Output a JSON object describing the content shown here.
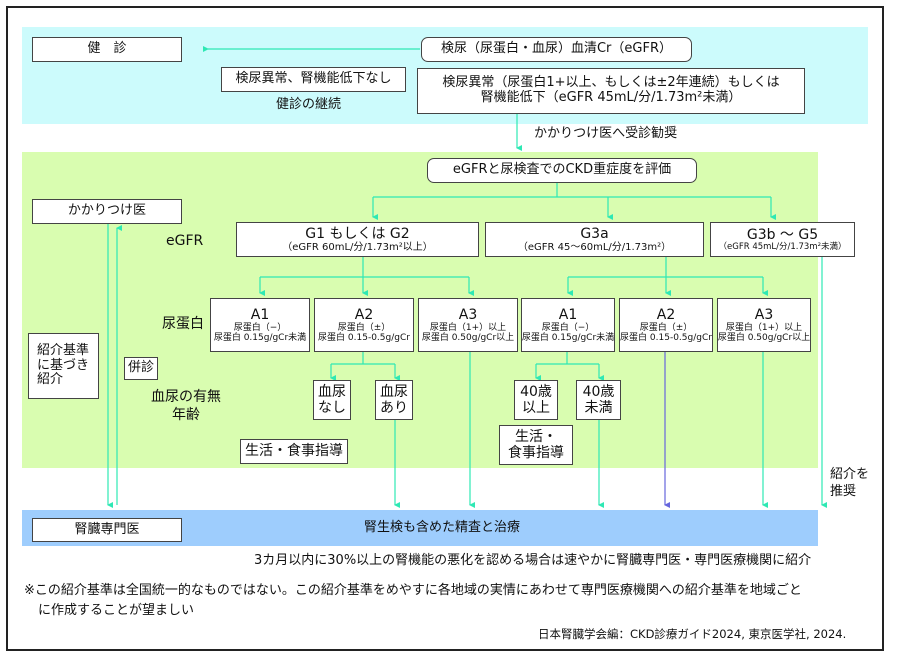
{
  "colors": {
    "checkup_band": "#ccfbfc",
    "primary_band": "#d9fdb0",
    "specialist_band": "#9ecdfd",
    "arrow": "#2ee8b4",
    "arrow_blue": "#6666dd"
  },
  "checkup": {
    "label": "健　診",
    "tests": "検尿（尿蛋白・血尿）血清Cr（eGFR）",
    "normal": "検尿異常、腎機能低下なし",
    "continue": "健診の継続",
    "abnormal_line1": "検尿異常（尿蛋白1+以上、もしくは±2年連続）もしくは",
    "abnormal_line2": "腎機能低下（eGFR 45mL/分/1.73m²未満）",
    "recommend": "かかりつけ医へ受診勧奨"
  },
  "primary": {
    "label": "かかりつけ医",
    "evaluate": "eGFRと尿検査でのCKD重症度を評価",
    "egfr_label": "eGFR",
    "proteinuria_label": "尿蛋白",
    "referral_criteria": [
      "紹介基準",
      "に基づき",
      "紹介"
    ],
    "joint_care": "併診",
    "hematuria_age_line1": "血尿の有無",
    "hematuria_age_line2": "年齢",
    "g_stages": [
      {
        "title": "G1 もしくは G2",
        "sub": "（eGFR 60mL/分/1.73m²以上）"
      },
      {
        "title": "G3a",
        "sub": "（eGFR 45～60mL/分/1.73m²）"
      },
      {
        "title": "G3b ～ G5",
        "sub": "（eGFR 45mL/分/1.73m²未満）"
      }
    ],
    "a_stages": [
      {
        "title": "A1",
        "line1": "尿蛋白（−）",
        "line2": "尿蛋白 0.15g/gCr未満"
      },
      {
        "title": "A2",
        "line1": "尿蛋白（±）",
        "line2": "尿蛋白 0.15-0.5g/gCr"
      },
      {
        "title": "A3",
        "line1": "尿蛋白（1+）以上",
        "line2": "尿蛋白 0.50g/gCr以上"
      },
      {
        "title": "A1",
        "line1": "尿蛋白（−）",
        "line2": "尿蛋白 0.15g/gCr未満"
      },
      {
        "title": "A2",
        "line1": "尿蛋白（±）",
        "line2": "尿蛋白 0.15-0.5g/gCr"
      },
      {
        "title": "A3",
        "line1": "尿蛋白（1+）以上",
        "line2": "尿蛋白 0.50g/gCr以上"
      }
    ],
    "hematuria_none": [
      "血尿",
      "なし"
    ],
    "hematuria_present": [
      "血尿",
      "あり"
    ],
    "age_40_over": [
      "40歳",
      "以上"
    ],
    "age_40_under": [
      "40歳",
      "未満"
    ],
    "lifestyle_1": "生活・食事指導",
    "lifestyle_2": [
      "生活・",
      "食事指導"
    ],
    "recommend_referral": [
      "紹介を",
      "推奨"
    ]
  },
  "specialist": {
    "label": "腎臓専門医",
    "treatment": "腎生検も含めた精査と治療"
  },
  "notes": {
    "rapid_decline": "3カ月以内に30%以上の腎機能の悪化を認める場合は速やかに腎臓専門医・専門医療機関に紹介",
    "disclaimer_line1": "※この紹介基準は全国統一的なものではない。この紹介基準をめやすに各地域の実情にあわせて専門医療機関への紹介基準を地域ごと",
    "disclaimer_line2": "に作成することが望ましい",
    "citation": "日本腎臓学会編：CKD診療ガイド2024, 東京医学社, 2024."
  }
}
